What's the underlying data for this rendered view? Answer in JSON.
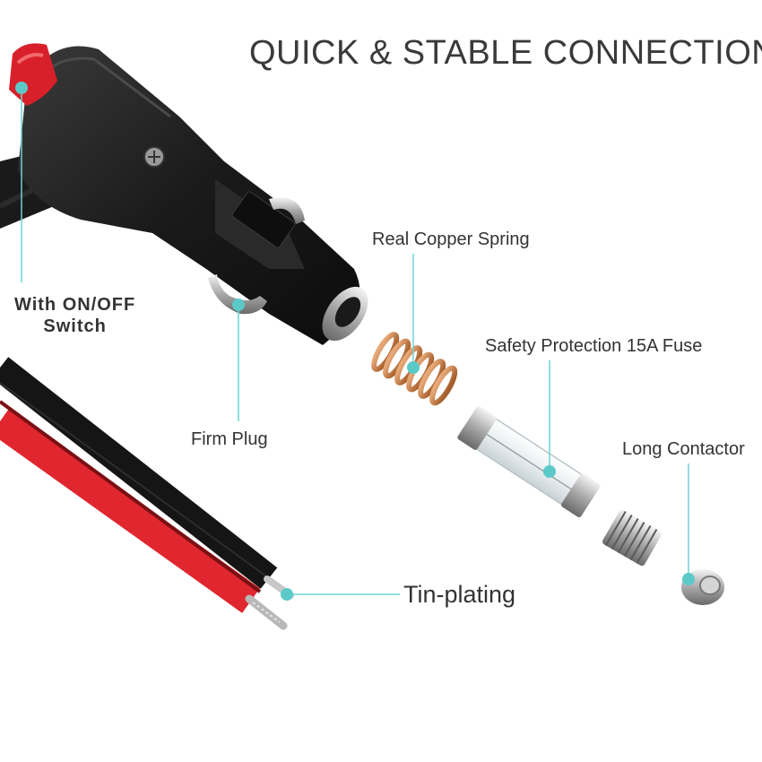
{
  "title": "QUICK & STABLE CONNECTION",
  "labels": {
    "switch_line1": "With ON/OFF",
    "switch_line2": "Switch",
    "firm_plug": "Firm Plug",
    "copper_spring": "Real Copper Spring",
    "fuse": "Safety Protection 15A Fuse",
    "long_contactor": "Long Contactor",
    "tin_plating": "Tin-plating"
  },
  "colors": {
    "background": "#ffffff",
    "text": "#333333",
    "callout_line": "#6fd3d3",
    "callout_dot": "#5cc9c9",
    "plug_body": "#1c1c1c",
    "wire_red": "#e0262e",
    "wire_black": "#151515",
    "copper": "#c8804a",
    "switch_red": "#d8202a"
  }
}
